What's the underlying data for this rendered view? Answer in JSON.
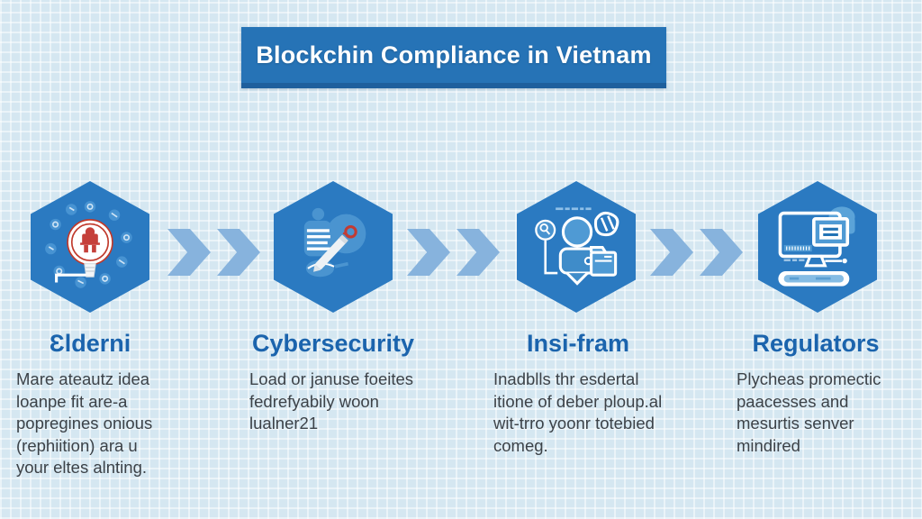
{
  "title": "Blockchin Compliance in Vietnam",
  "steps": [
    {
      "heading": "Ɛlderni",
      "icon": "compliance-bulb-seal-icon",
      "lines": [
        "Mare ateautz idea",
        "loanpe fit are-a",
        "popregines onious",
        "(rephiition) ara u",
        "your eltes alnting."
      ]
    },
    {
      "heading": "Cybersecurity",
      "icon": "audit-document-pen-icon",
      "lines": [
        "Load or januse foeites",
        "fedrefyabily woon",
        "lualner21"
      ]
    },
    {
      "heading": "Insi-fram",
      "icon": "wallet-folder-assets-icon",
      "lines": [
        "Inadblls thr esdertal",
        "itione of deber ploup.al",
        "wit-trro yoonr totebied",
        "comeg."
      ]
    },
    {
      "heading": "Regulators",
      "icon": "regulator-workstation-icon",
      "lines": [
        "Plycheas promectic",
        "paacesses and",
        "mesurtis senver",
        "mindired"
      ]
    }
  ],
  "colors": {
    "background": "#d5e7f1",
    "grid_line": "#ffffff",
    "banner": "#2673b6",
    "banner_edge": "#1e5f9d",
    "banner_text": "#ffffff",
    "hexagon": "#2b7ac1",
    "icon_light_blue": "#4f9ad4",
    "icon_red_accent": "#c23b33",
    "arrow": "#87b3dd",
    "heading_text": "#1b64ad",
    "body_text": "#3c4248"
  }
}
